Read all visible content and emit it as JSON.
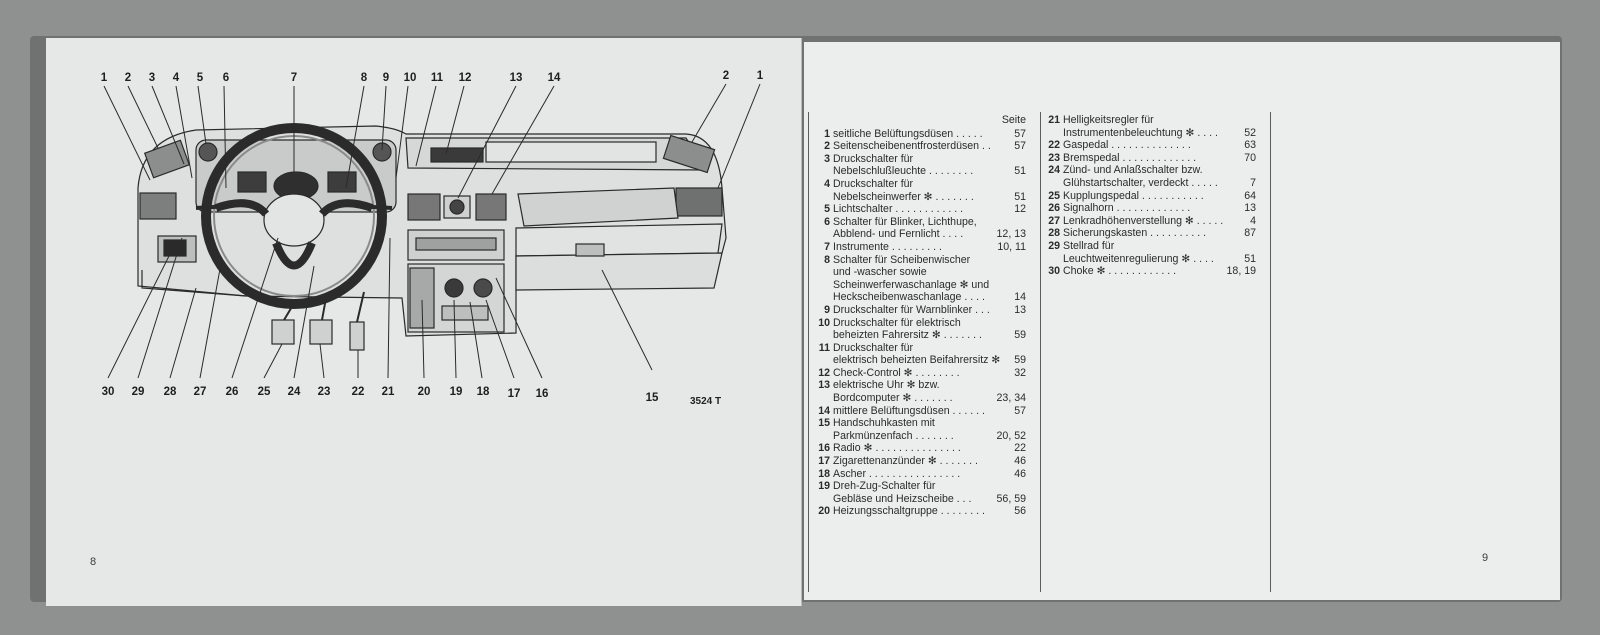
{
  "left_page": {
    "page_number": "8",
    "figure_code": "3524 T",
    "top_labels": [
      "1",
      "2",
      "3",
      "4",
      "5",
      "6",
      "7",
      "8",
      "9",
      "10",
      "11",
      "12",
      "13",
      "14",
      "2",
      "1"
    ],
    "bottom_labels": [
      "30",
      "29",
      "28",
      "27",
      "26",
      "25",
      "24",
      "23",
      "22",
      "21",
      "20",
      "19",
      "18",
      "17",
      "16",
      "15"
    ]
  },
  "right_page": {
    "page_number": "9",
    "page_header": "Seite",
    "legend_col1": [
      {
        "n": "1",
        "text": "seitliche Belüftungsdüsen . . . . .",
        "page": "57"
      },
      {
        "n": "2",
        "text": "Seitenscheibenentfrosterdüsen . .",
        "page": "57"
      },
      {
        "n": "3",
        "text": "Druckschalter für",
        "page": ""
      },
      {
        "n": "",
        "text": "Nebelschlußleuchte . . . . . . . .",
        "page": "51"
      },
      {
        "n": "4",
        "text": "Druckschalter für",
        "page": ""
      },
      {
        "n": "",
        "text": "Nebelscheinwerfer ✻ . . . . . . .",
        "page": "51"
      },
      {
        "n": "5",
        "text": "Lichtschalter . . . . . . . . . . . .",
        "page": "12"
      },
      {
        "n": "6",
        "text": "Schalter für Blinker, Lichthupe,",
        "page": ""
      },
      {
        "n": "",
        "text": "Abblend- und Fernlicht . . . .",
        "page": "12, 13"
      },
      {
        "n": "7",
        "text": "Instrumente . . . . . . . . .",
        "page": "10, 11"
      },
      {
        "n": "8",
        "text": "Schalter für Scheibenwischer",
        "page": ""
      },
      {
        "n": "",
        "text": "und -wascher sowie",
        "page": ""
      },
      {
        "n": "",
        "text": "Scheinwerferwaschanlage ✻ und",
        "page": ""
      },
      {
        "n": "",
        "text": "Heckscheibenwaschanlage . . . .",
        "page": "14"
      },
      {
        "n": "9",
        "text": "Druckschalter für Warnblinker . . .",
        "page": "13"
      },
      {
        "n": "10",
        "text": "Druckschalter für elektrisch",
        "page": ""
      },
      {
        "n": "",
        "text": "beheizten Fahrersitz ✻ . . . . . . .",
        "page": "59"
      },
      {
        "n": "11",
        "text": "Druckschalter für",
        "page": ""
      },
      {
        "n": "",
        "text": "elektrisch beheizten Beifahrersitz ✻",
        "page": "59"
      },
      {
        "n": "12",
        "text": "Check-Control ✻ . . . . . . . .",
        "page": "32"
      },
      {
        "n": "13",
        "text": "elektrische Uhr ✻ bzw.",
        "page": ""
      },
      {
        "n": "",
        "text": "Bordcomputer ✻ . . . . . . .",
        "page": "23, 34"
      },
      {
        "n": "14",
        "text": "mittlere Belüftungsdüsen . . . . . .",
        "page": "57"
      },
      {
        "n": "15",
        "text": "Handschuhkasten mit",
        "page": ""
      },
      {
        "n": "",
        "text": "Parkmünzenfach . . . . . . .",
        "page": "20, 52"
      },
      {
        "n": "16",
        "text": "Radio ✻ . . . . . . . . . . . . . . .",
        "page": "22"
      },
      {
        "n": "17",
        "text": "Zigarettenanzünder ✻ . . . . . . .",
        "page": "46"
      },
      {
        "n": "18",
        "text": "Ascher . . . . . . . . . . . . . . . .",
        "page": "46"
      },
      {
        "n": "19",
        "text": "Dreh-Zug-Schalter für",
        "page": ""
      },
      {
        "n": "",
        "text": "Gebläse und Heizscheibe . . .",
        "page": "56, 59"
      },
      {
        "n": "20",
        "text": "Heizungsschaltgruppe . . . . . . . .",
        "page": "56"
      }
    ],
    "legend_col2": [
      {
        "n": "21",
        "text": "Helligkeitsregler für",
        "page": ""
      },
      {
        "n": "",
        "text": "Instrumentenbeleuchtung ✻ . . . .",
        "page": "52"
      },
      {
        "n": "22",
        "text": "Gaspedal . . . . . . . . . . . . . .",
        "page": "63"
      },
      {
        "n": "23",
        "text": "Bremspedal . . . . . . . . . . . . .",
        "page": "70"
      },
      {
        "n": "24",
        "text": "Zünd- und Anlaßschalter bzw.",
        "page": ""
      },
      {
        "n": "",
        "text": "Glühstartschalter, verdeckt . . . . .",
        "page": "7"
      },
      {
        "n": "25",
        "text": "Kupplungspedal . . . . . . . . . . .",
        "page": "64"
      },
      {
        "n": "26",
        "text": "Signalhorn . . . . . . . . . . . . .",
        "page": "13"
      },
      {
        "n": "27",
        "text": "Lenkradhöhenverstellung ✻ . . . . .",
        "page": "4"
      },
      {
        "n": "28",
        "text": "Sicherungskasten . . . . . . . . . .",
        "page": "87"
      },
      {
        "n": "29",
        "text": "Stellrad für",
        "page": ""
      },
      {
        "n": "",
        "text": "Leuchtweitenregulierung ✻ . . . .",
        "page": "51"
      },
      {
        "n": "30",
        "text": "Choke ✻ . . . . . . . . . . . .",
        "page": "18, 19"
      }
    ]
  }
}
